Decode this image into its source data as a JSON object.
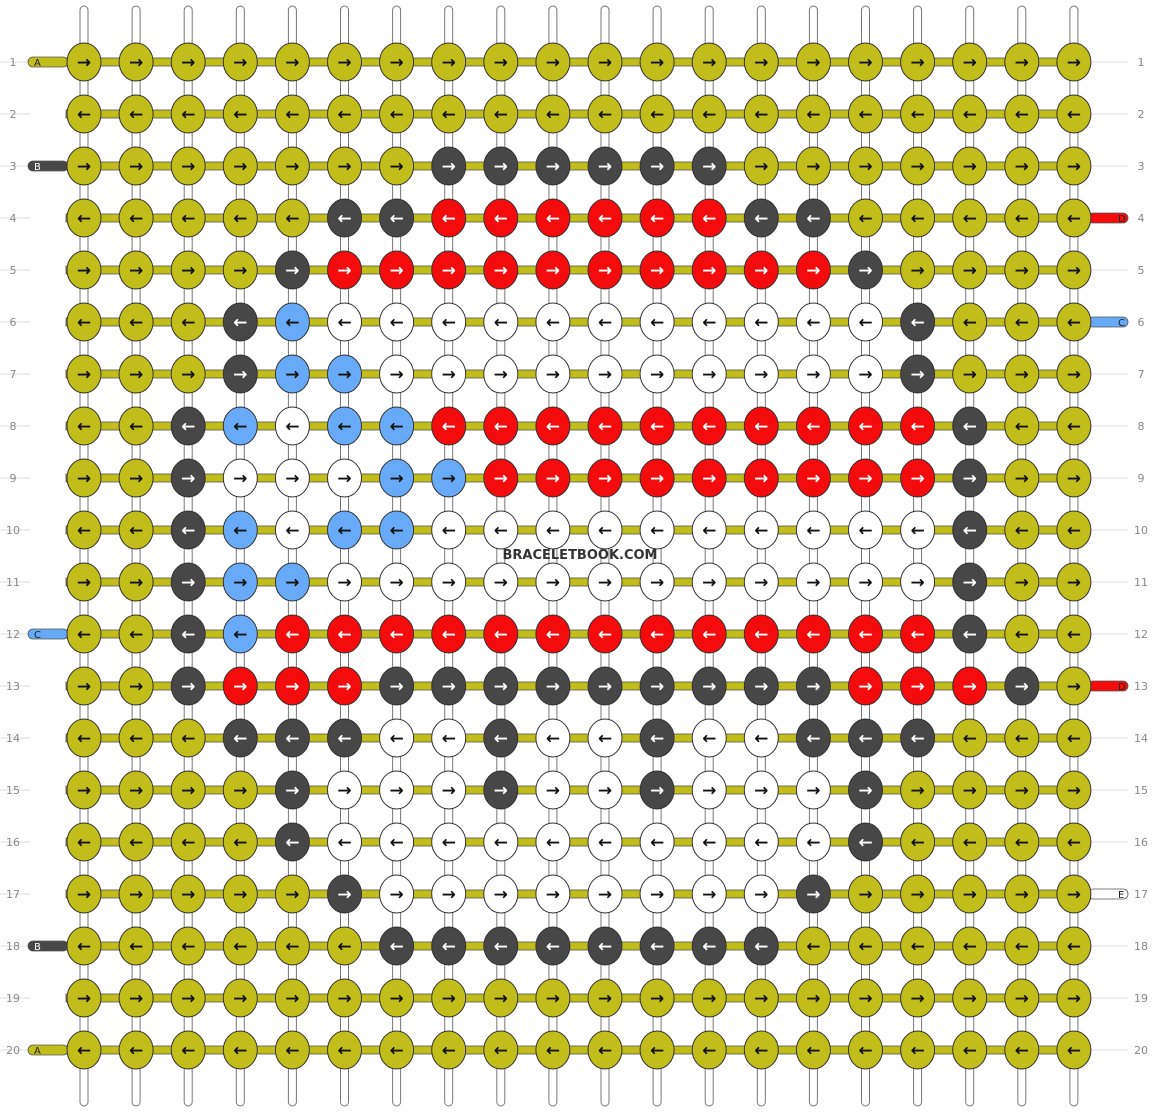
{
  "watermark": "BRACELETBOOK.COM",
  "colors": {
    "Y": "#c2bd1a",
    "K": "#474747",
    "R": "#f40c0c",
    "W": "#ffffff",
    "L": "#66aaf8"
  },
  "strings": {
    "left": [
      {
        "row": 1,
        "label": "A",
        "color": "Y"
      },
      {
        "row": 3,
        "label": "B",
        "color": "K"
      },
      {
        "row": 12,
        "label": "C",
        "color": "L"
      },
      {
        "row": 18,
        "label": "B",
        "color": "K"
      },
      {
        "row": 20,
        "label": "A",
        "color": "Y"
      }
    ],
    "right": [
      {
        "row": 4,
        "label": "D",
        "color": "R"
      },
      {
        "row": 6,
        "label": "C",
        "color": "L"
      },
      {
        "row": 13,
        "label": "D",
        "color": "R"
      },
      {
        "row": 17,
        "label": "E",
        "color": "W"
      }
    ]
  },
  "rows": [
    "YYYYYYYYYYYYYYYYYYYY",
    "YYYYYYYYYYYYYYYYYYYY",
    "YYYYYYYKKKKKKYYYYYYY",
    "YYYYYKKRRRRRRKKYYYYY",
    "YYYYKRRRRRRRRRRKYYYY",
    "YYYKLWWWWWWWWWWWKYYY",
    "YYYKLLWWWWWWWWWWKYYY",
    "YYKLWLLRRRRRRRRRRKYY",
    "YYKWWWLLRRRRRRRRRKYY",
    "YYKLWLLWWWWWWWWWWKYY",
    "YYKLLWWWWWWWWWWWWKYY",
    "YYKLRRRRRRRRRRRRRKYY",
    "YYKRRRKKKKKKKKKRRRKY",
    "YYYKKKWWKWWKWWKKKYYY",
    "YYYYKWWWKWWKWWWKYYYY",
    "YYYYKWWWWWWWWWWKYYYY",
    "YYYYYKWWWWWWWWKYYYYY",
    "YYYYYYKKKKKKKKYYYYYY",
    "YYYYYYYYYYYYYYYYYYYY",
    "YYYYYYYYYYYYYYYYYYYY"
  ],
  "row_labels": [
    "1",
    "2",
    "3",
    "4",
    "5",
    "6",
    "7",
    "8",
    "9",
    "10",
    "11",
    "12",
    "13",
    "14",
    "15",
    "16",
    "17",
    "18",
    "19",
    "20"
  ],
  "direction": {
    "odd_rows": "→",
    "even_rows": "←"
  }
}
